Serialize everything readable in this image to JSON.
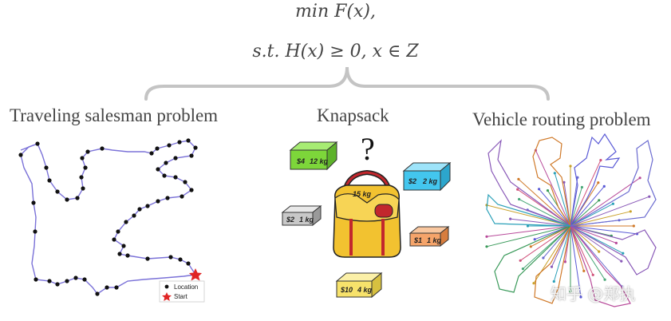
{
  "formula": {
    "line1": "min F(x),",
    "line2": "s.t. H(x) ≥ 0, x ∈ Z"
  },
  "problems": {
    "tsp": "Traveling salesman problem",
    "knapsack": "Knapsack",
    "vrp": "Vehicle routing problem"
  },
  "tsp_legend": {
    "location": "Location",
    "start": "Start"
  },
  "knapsack": {
    "question_mark": "?",
    "bag_label": "15 kg",
    "items": [
      {
        "price": "$4",
        "weight": "12 kg",
        "color": "#7dd63a"
      },
      {
        "price": "$2",
        "weight": "2 kg",
        "color": "#43c6ee"
      },
      {
        "price": "$2",
        "weight": "1 kg",
        "color": "#c8c8c8"
      },
      {
        "price": "$1",
        "weight": "1 kg",
        "color": "#f5a46a"
      },
      {
        "price": "$10",
        "weight": "4 kg",
        "color": "#f7e26b"
      }
    ]
  },
  "watermark": "知乎 @郑执",
  "colors": {
    "brace": "#c4c4c4",
    "tsp_edge": "#7b72d8",
    "bag": "#f2c230",
    "bag_strap": "#c2272d"
  }
}
